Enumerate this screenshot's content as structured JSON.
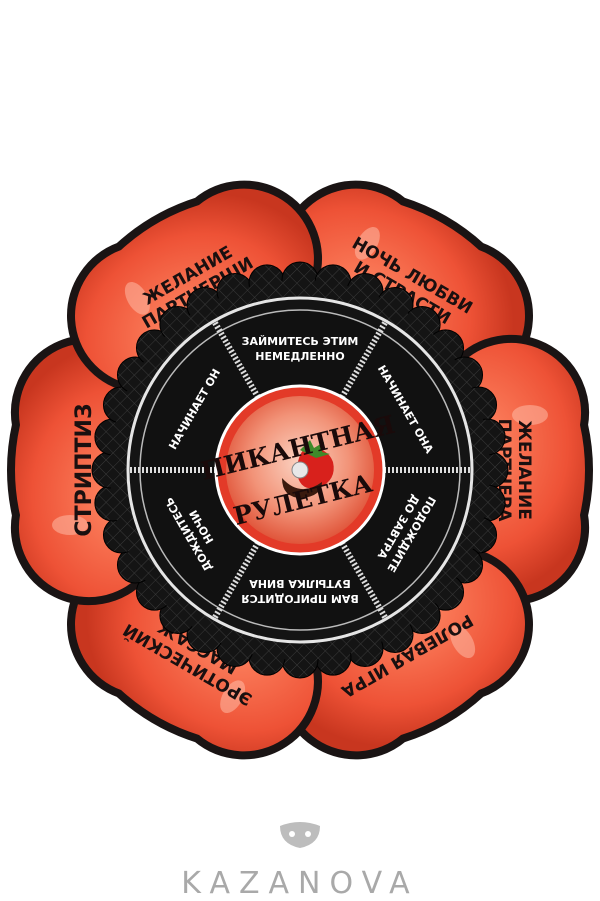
{
  "product": {
    "title_line1": "ПИКАНТНАЯ",
    "title_line2": "РУЛЕТКА"
  },
  "petals": [
    {
      "line1": "НОЧЬ ЛЮБВИ",
      "line2": "И СТРАСТИ"
    },
    {
      "line1": "ЖЕЛАНИЕ",
      "line2": "ПАРТНЕРА"
    },
    {
      "line1": "РОЛЕВАЯ ИГРА",
      "line2": ""
    },
    {
      "line1": "ЭРОТИЧЕСКИЙ",
      "line2": "МАССАЖ"
    },
    {
      "line1": "СТРИПТИЗ",
      "line2": ""
    },
    {
      "line1": "ЖЕЛАНИЕ",
      "line2": "ПАРТНЕРШИ"
    }
  ],
  "sectors": [
    {
      "line1": "ЗАЙМИТЕСЬ ЭТИМ",
      "line2": "НЕМЕДЛЕННО"
    },
    {
      "line1": "НАЧИНАЕТ ОНА",
      "line2": ""
    },
    {
      "line1": "ПОДОЖДИТЕ",
      "line2": "ДО ЗАВТРА"
    },
    {
      "line1": "ВАМ ПРИГОДИТСЯ",
      "line2": "БУТЫЛКА ВИНА"
    },
    {
      "line1": "ДОЖДИТЕСЬ",
      "line2": "НОЧИ"
    },
    {
      "line1": "НАЧИНАЕТ ОН",
      "line2": ""
    }
  ],
  "brand": {
    "logo_text": "KAZANOVA"
  },
  "colors": {
    "petal": "#ee5a3a",
    "outline": "#1a1414",
    "board": "#151515",
    "accent": "#d63a2a"
  }
}
